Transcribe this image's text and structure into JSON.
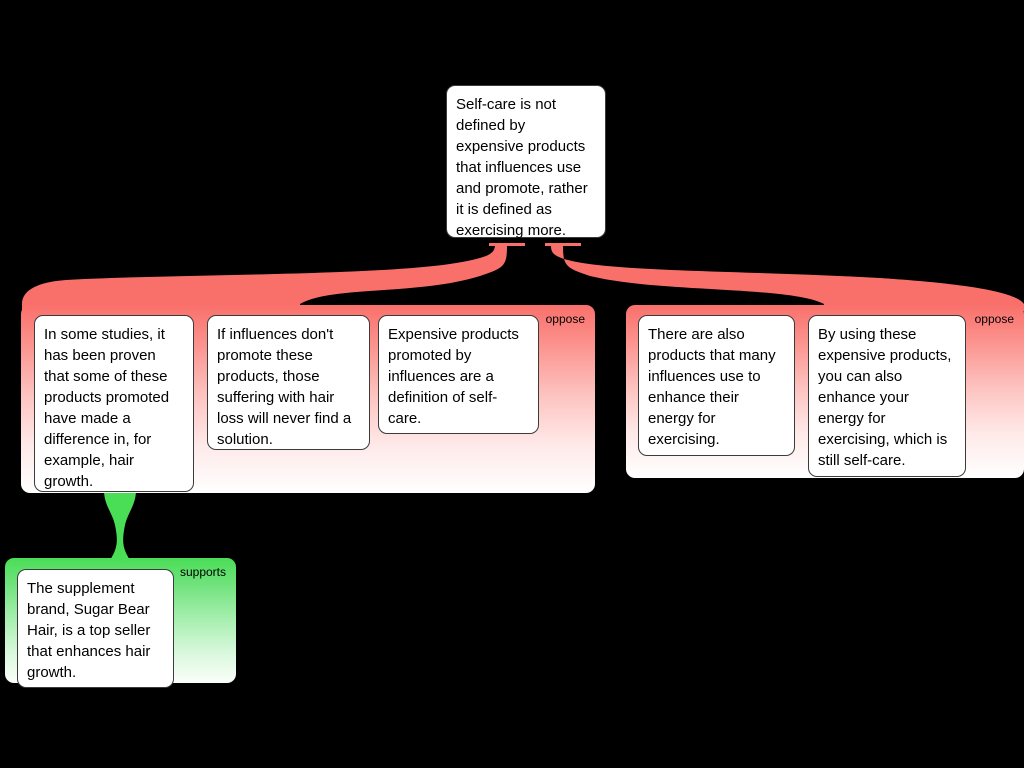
{
  "diagram": {
    "type": "argument-map",
    "background_color": "#000000",
    "colors": {
      "oppose": "#f9706b",
      "supports": "#4ade57",
      "card_background": "#ffffff",
      "card_border": "#3b3b3b",
      "text": "#000000"
    },
    "root": {
      "label": "Self-care is not defined by expensive products that influences use and promote, rather it is defined as exercising more."
    },
    "groups": [
      {
        "id": "oppose-left",
        "relation_label": "oppose",
        "relation_type": "oppose",
        "cards": [
          {
            "label": "In some studies, it has been proven that some of these products promoted have made a difference in, for example, hair growth."
          },
          {
            "label": "If influences don't promote these products, those suffering with hair loss will never find a solution."
          },
          {
            "label": "Expensive products promoted by influences are a definition of self-care."
          }
        ]
      },
      {
        "id": "oppose-right",
        "relation_label": "oppose",
        "relation_type": "oppose",
        "cards": [
          {
            "label": "There are also products that many influences use to enhance their energy for exercising."
          },
          {
            "label": "By using these expensive products, you can also enhance your energy for exercising, which is still self-care."
          }
        ]
      },
      {
        "id": "supports-bottom",
        "relation_label": "supports",
        "relation_type": "supports",
        "cards": [
          {
            "label": "The supplement brand, Sugar Bear Hair, is a top seller that enhances hair growth."
          }
        ]
      }
    ]
  }
}
